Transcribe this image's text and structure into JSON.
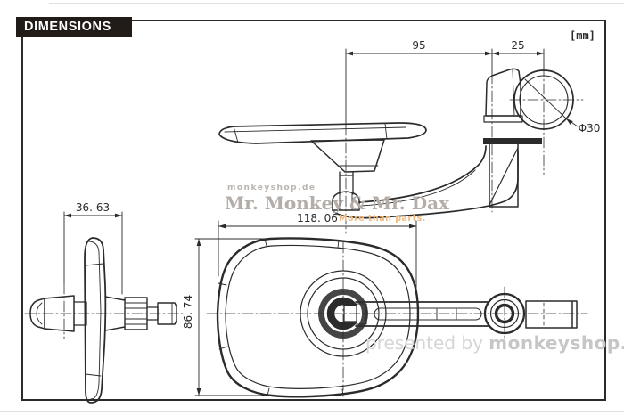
{
  "header": {
    "title": "DIMENSIONS",
    "units_label": "[mm]"
  },
  "drawing": {
    "type": "technical-dimension-drawing",
    "subject": "bar-end motorcycle mirror, three orthographic views",
    "dimensions": {
      "arm_length_mm": "95",
      "clamp_to_bar_center_mm": "25",
      "bar_clamp_diameter": "Φ30",
      "head_depth_mm": "36. 63",
      "head_width_mm": "118. 06",
      "head_height_mm": "86. 74"
    }
  },
  "watermarks": {
    "small_top": "monkeyshop.de",
    "brand": "Mr. Monkey & Mr. Dax",
    "tagline": "More than parts.",
    "presented_prefix": "presented by ",
    "presented_brand": "monkeyshop.de"
  },
  "colors": {
    "line": "#2b2b2b",
    "title_bg": "#211c18",
    "title_fg": "#ffffff",
    "watermark_gray": "#b5aea8",
    "tagline_orange": "#f0b97e",
    "presented_gray": "#c6c6c6"
  }
}
